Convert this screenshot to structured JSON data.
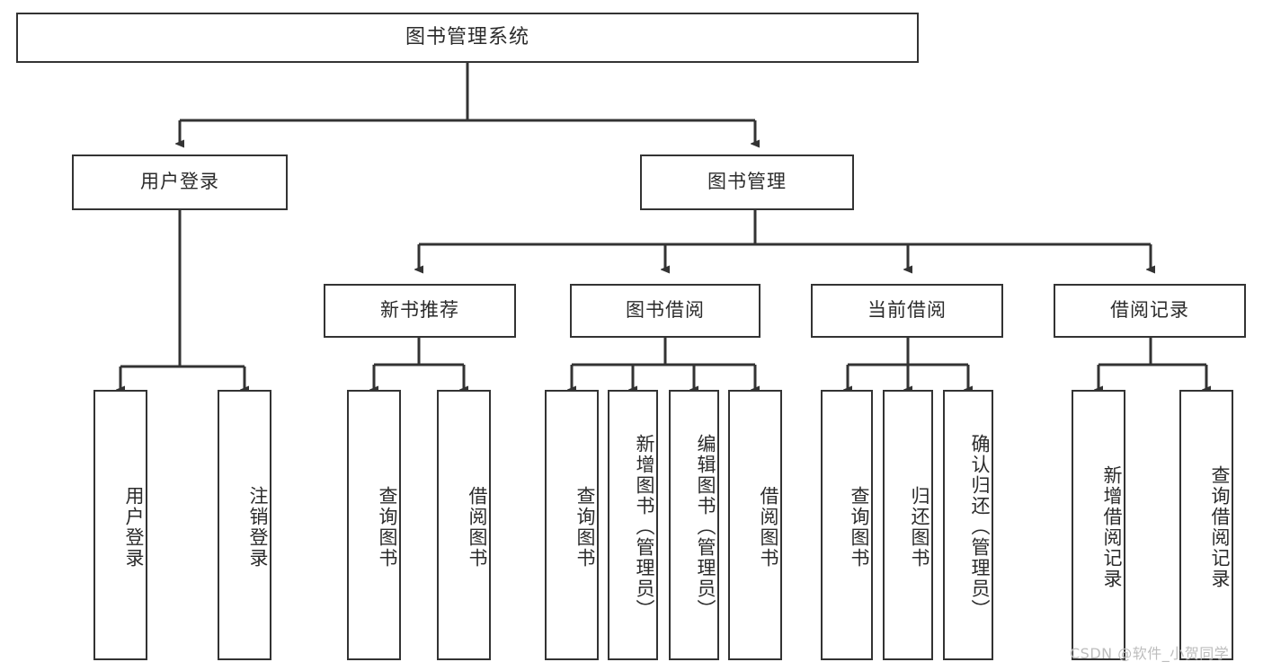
{
  "diagram": {
    "title": "图书管理系统",
    "type": "tree-hierarchy",
    "stroke_color": "#333333",
    "fill_color": "#ffffff",
    "background_color": "#ffffff",
    "nodes": {
      "root": {
        "label": "图书管理系统"
      },
      "level1": [
        {
          "label": "用户登录"
        },
        {
          "label": "图书管理"
        }
      ],
      "level2": [
        {
          "label": "新书推荐"
        },
        {
          "label": "图书借阅"
        },
        {
          "label": "当前借阅"
        },
        {
          "label": "借阅记录"
        }
      ],
      "leaves": {
        "user_login": [
          {
            "label": "用户登录"
          },
          {
            "label": "注销登录"
          }
        ],
        "new_book_recommend": [
          {
            "label": "查询图书"
          },
          {
            "label": "借阅图书"
          }
        ],
        "book_borrow": [
          {
            "label": "查询图书"
          },
          {
            "label": "新增图书（管理员）"
          },
          {
            "label": "编辑图书（管理员）"
          },
          {
            "label": "借阅图书"
          }
        ],
        "current_borrow": [
          {
            "label": "查询图书"
          },
          {
            "label": "归还图书"
          },
          {
            "label": "确认归还（管理员）"
          }
        ],
        "borrow_record": [
          {
            "label": "新增借阅记录"
          },
          {
            "label": "查询借阅记录"
          }
        ]
      }
    }
  },
  "watermark": {
    "text": "CSDN @软件_小贺同学"
  }
}
